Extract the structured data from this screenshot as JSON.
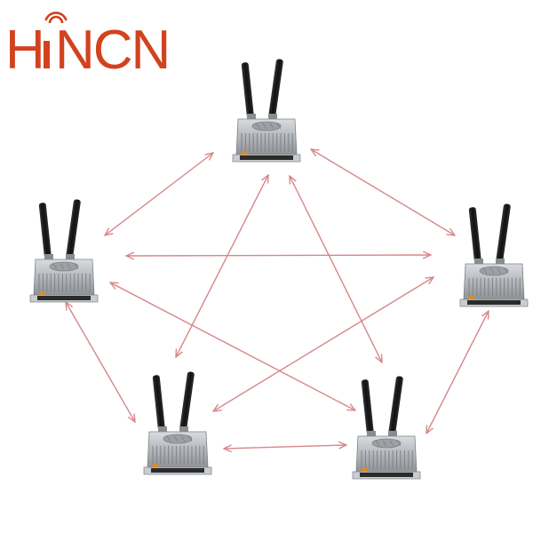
{
  "logo": {
    "text": "HiNCN",
    "color": "#d2421f"
  },
  "colors": {
    "link": "#d7868a",
    "device_body": "#b8bcc0",
    "antenna": "#1c1c1c",
    "label_strip": "#2b2b2b",
    "label_accent": "#e08a1e"
  },
  "devices": [
    {
      "name": "device-top",
      "icon": "wireless-video-transmitter-icon"
    },
    {
      "name": "device-left",
      "icon": "wireless-video-transmitter-icon"
    },
    {
      "name": "device-right",
      "icon": "wireless-video-transmitter-icon"
    },
    {
      "name": "device-bottom-left",
      "icon": "wireless-video-transmitter-icon"
    },
    {
      "name": "device-bottom-right",
      "icon": "wireless-video-transmitter-icon"
    }
  ],
  "links": [
    {
      "from": "device-top",
      "to": "device-left"
    },
    {
      "from": "device-top",
      "to": "device-right"
    },
    {
      "from": "device-top",
      "to": "device-bottom-left"
    },
    {
      "from": "device-top",
      "to": "device-bottom-right"
    },
    {
      "from": "device-left",
      "to": "device-right"
    },
    {
      "from": "device-left",
      "to": "device-bottom-left"
    },
    {
      "from": "device-left",
      "to": "device-bottom-right"
    },
    {
      "from": "device-right",
      "to": "device-bottom-left"
    },
    {
      "from": "device-right",
      "to": "device-bottom-right"
    },
    {
      "from": "device-bottom-left",
      "to": "device-bottom-right"
    }
  ]
}
